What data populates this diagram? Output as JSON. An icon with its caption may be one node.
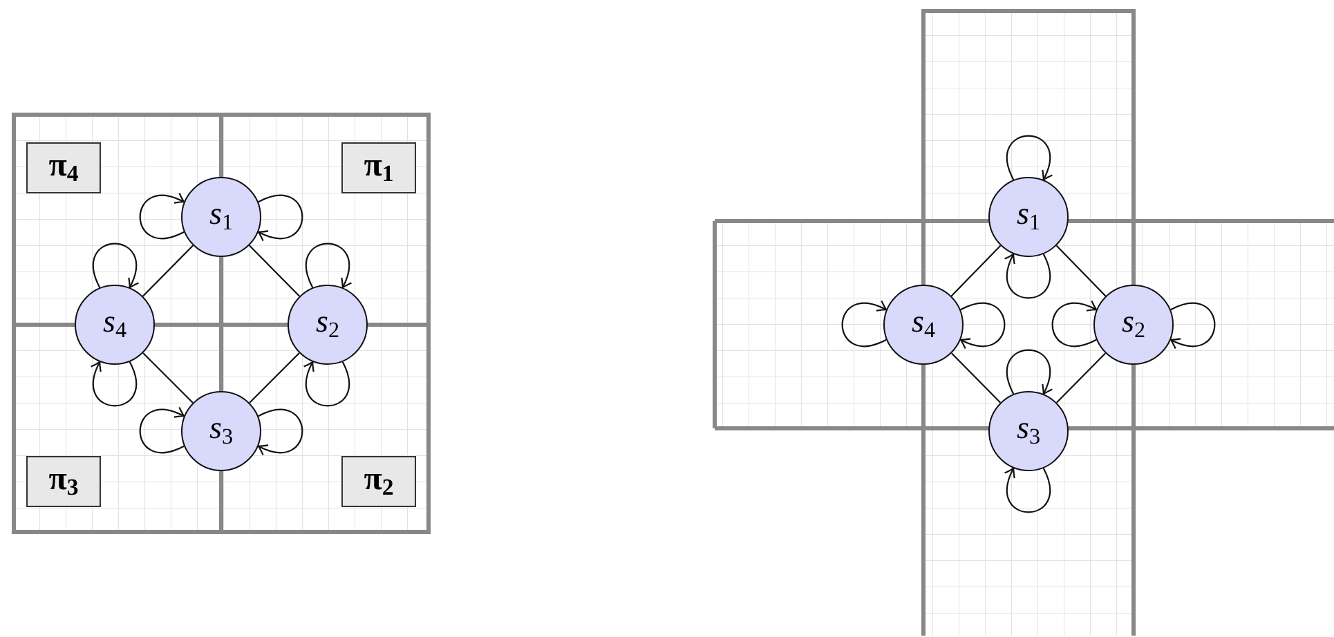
{
  "diagram": {
    "nodes": [
      {
        "text": [
          "*s*$_{1}$"
        ]
      },
      {
        "text": [
          "*s*$_{2}$"
        ]
      },
      {
        "text": [
          "*s*$_{3}$"
        ]
      },
      {
        "text": [
          "*s*$_{4}$"
        ]
      },
      {
        "text": [
          "π$_{4}$"
        ]
      },
      {
        "text": [
          "π$_{1}$"
        ]
      },
      {
        "text": [
          "π$_{3}$"
        ]
      },
      {
        "text": [
          "π$_{2}$"
        ]
      },
      {
        "text": [
          "*s*$_{1}$"
        ]
      },
      {
        "text": [
          "*s*$_{4}$"
        ]
      },
      {
        "text": [
          "*s*$_{2}$"
        ]
      },
      {
        "text": [
          "*s*$_{3}$"
        ]
      }
    ],
    "edges": [
      {
        "from": 0,
        "to": 1,
        "arrow": "none"
      },
      {
        "from": 1,
        "to": 2,
        "arrow": "none"
      },
      {
        "from": 2,
        "to": 3,
        "arrow": "none"
      },
      {
        "from": 3,
        "to": 0,
        "arrow": "none"
      },
      {
        "from": 0,
        "to": 0,
        "arrow": "to"
      },
      {
        "from": 0,
        "to": 0,
        "arrow": "to"
      },
      {
        "from": 1,
        "to": 1,
        "arrow": "to"
      },
      {
        "from": 1,
        "to": 1,
        "arrow": "to"
      },
      {
        "from": 2,
        "to": 2,
        "arrow": "to"
      },
      {
        "from": 2,
        "to": 2,
        "arrow": "to"
      },
      {
        "from": 3,
        "to": 3,
        "arrow": "to"
      },
      {
        "from": 3,
        "to": 3,
        "arrow": "to"
      },
      {
        "from": 8,
        "to": 10,
        "arrow": "none"
      },
      {
        "from": 10,
        "to": 11,
        "arrow": "none"
      },
      {
        "from": 11,
        "to": 9,
        "arrow": "none"
      },
      {
        "from": 9,
        "to": 8,
        "arrow": "none"
      },
      {
        "from": 8,
        "to": 8,
        "arrow": "to"
      },
      {
        "from": 8,
        "to": 8,
        "arrow": "to"
      },
      {
        "from": 10,
        "to": 10,
        "arrow": "to"
      },
      {
        "from": 10,
        "to": 10,
        "arrow": "to"
      },
      {
        "from": 11,
        "to": 11,
        "arrow": "to"
      },
      {
        "from": 11,
        "to": 11,
        "arrow": "to"
      },
      {
        "from": 9,
        "to": 9,
        "arrow": "to"
      },
      {
        "from": 9,
        "to": 9,
        "arrow": "to"
      }
    ]
  }
}
